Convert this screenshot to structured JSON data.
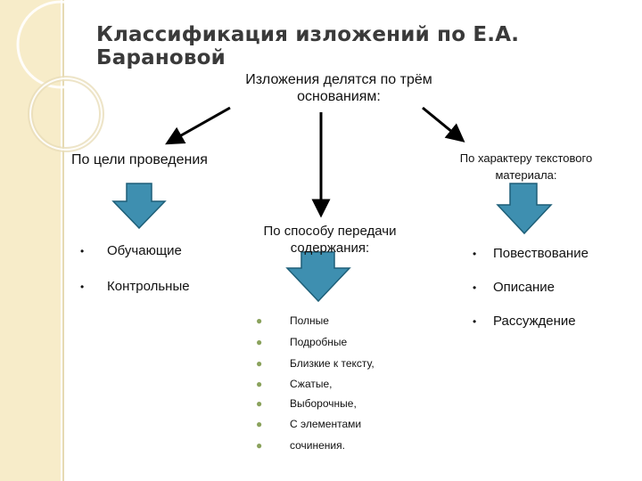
{
  "title": "Классификация изложений по Е.А. Барановой",
  "root": {
    "line1": "Изложения делятся по трём",
    "line2": "основаниям:"
  },
  "branches": {
    "left": {
      "label": "По цели проведения"
    },
    "right": {
      "line1": "По характеру текстового",
      "line2": "материала:"
    },
    "middle": {
      "line1": "По способу передачи",
      "line2": "содержания:"
    }
  },
  "left_items": [
    "Обучающие",
    "Контрольные"
  ],
  "right_items": [
    "Повествование",
    "Описание",
    "Рассуждение"
  ],
  "middle_items": [
    "Полные",
    "Подробные",
    "Близкие к тексту,",
    "Сжатые,",
    "Выборочные,",
    "С элементами",
    "сочинения."
  ],
  "colors": {
    "block_arrow_fill": "#3e8fb0",
    "block_arrow_stroke": "#1e5f78",
    "sidebar": "#f7ecc9",
    "mid_bullet": "#8aa25c"
  }
}
